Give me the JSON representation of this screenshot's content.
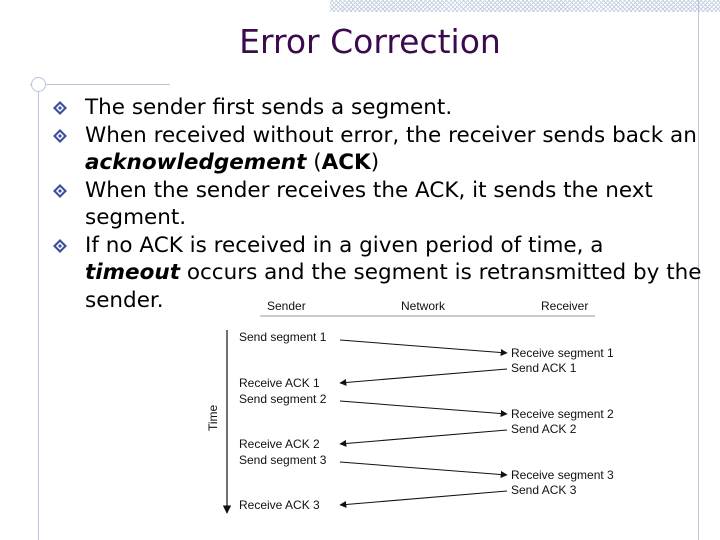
{
  "slide": {
    "title": "Error Correction",
    "bullets": [
      {
        "text": "The sender first sends a segment."
      },
      {
        "before": "When received without error, the receiver sends back an ",
        "em": "acknowledgement",
        "middle": " (",
        "strong": "ACK",
        "after": ")"
      },
      {
        "text": "When the sender receives the ACK, it sends the next segment."
      },
      {
        "before": "If no ACK is received in a given period of time, a ",
        "em": "timeout",
        "after": " occurs and the segment is retransmitted by the sender."
      }
    ]
  },
  "diagram": {
    "columns": {
      "sender": "Sender",
      "network": "Network",
      "receiver": "Receiver"
    },
    "axis_label": "Time",
    "sender_events": [
      "Send segment 1",
      "Receive ACK 1",
      "Send segment 2",
      "Receive ACK 2",
      "Send segment 3",
      "Receive ACK 3"
    ],
    "receiver_events": [
      "Receive segment 1",
      "Send ACK 1",
      "Receive segment 2",
      "Send ACK 2",
      "Receive segment 3",
      "Send ACK 3"
    ]
  },
  "colors": {
    "title": "#3c0a4e",
    "decoration": "#b8c4da",
    "bullet": "#3a4fa0"
  }
}
